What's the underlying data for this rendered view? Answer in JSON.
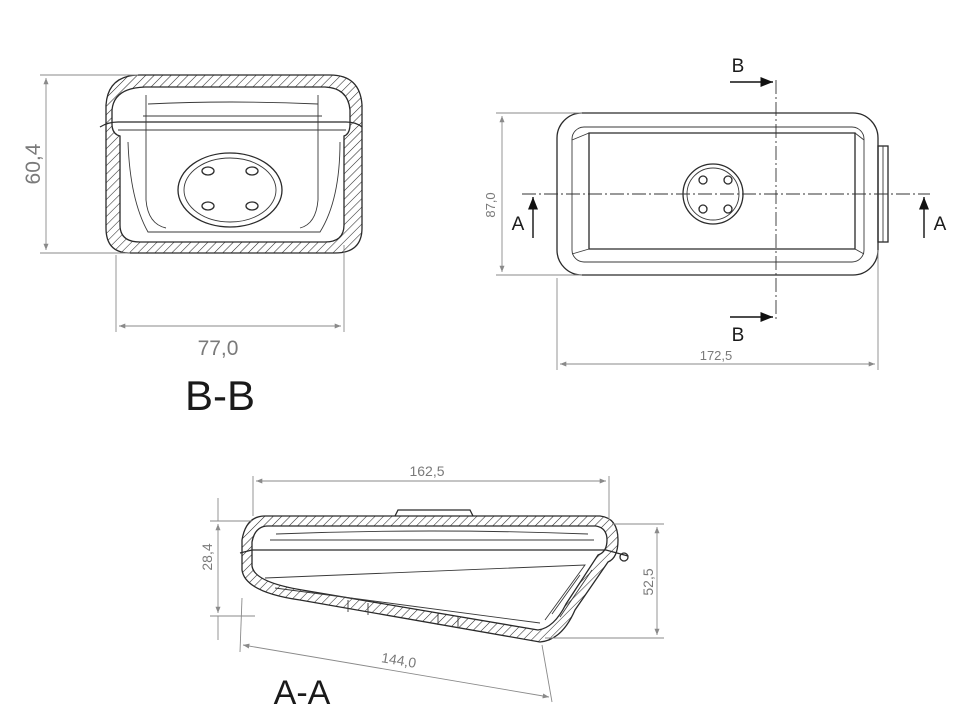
{
  "dimensions": {
    "bb_height": "60,4",
    "bb_width": "77,0",
    "top_height": "87,0",
    "top_width": "172,5",
    "aa_top": "162,5",
    "aa_left": "28,4",
    "aa_right": "52,5",
    "aa_bottom": "144,0"
  },
  "section_labels": {
    "bb_title": "B-B",
    "aa_title": "A-A",
    "cut_a_left": "A",
    "cut_a_right": "A",
    "cut_b_top": "B",
    "cut_b_bottom": "B"
  }
}
